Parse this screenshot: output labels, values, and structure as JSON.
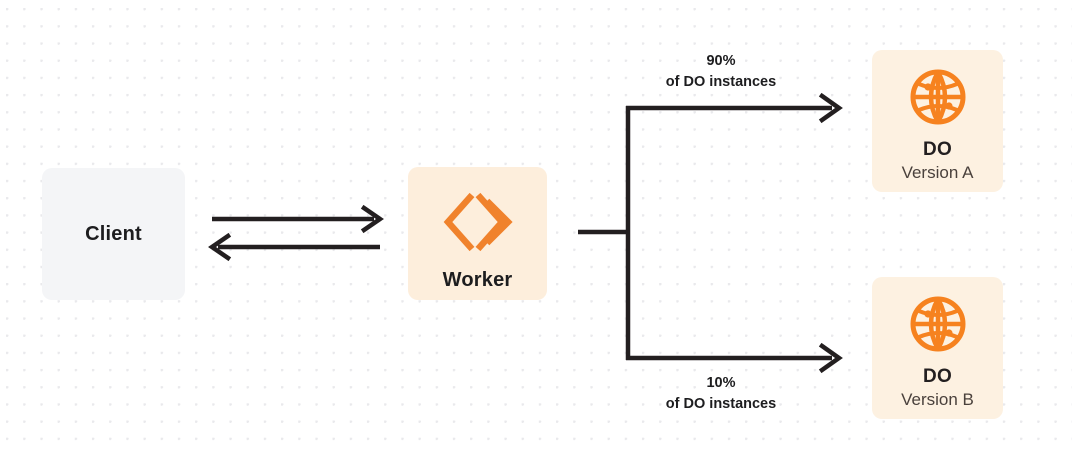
{
  "diagram": {
    "type": "flow-diagram",
    "background": {
      "color": "#ffffff",
      "dot_color": "#e9e9ec",
      "pattern": "dot-grid"
    },
    "colors": {
      "client_box": "#f4f5f7",
      "worker_box": "#fdeedc",
      "do_box": "#fdf1e1",
      "accent_orange": "#f6821f",
      "line_dark": "#231f20",
      "text_dark": "#1d1d1f",
      "text_muted": "#4a413c"
    },
    "nodes": {
      "client": {
        "title": "Client"
      },
      "worker": {
        "title": "Worker",
        "icon": "cloudflare-workers-icon"
      },
      "do_a": {
        "title": "DO",
        "subtitle": "Version A",
        "icon": "globe-icon"
      },
      "do_b": {
        "title": "DO",
        "subtitle": "Version B",
        "icon": "globe-icon"
      }
    },
    "edges": {
      "top": {
        "percent": "90%",
        "caption": "of DO instances"
      },
      "bottom": {
        "percent": "10%",
        "caption": "of DO instances"
      }
    }
  }
}
